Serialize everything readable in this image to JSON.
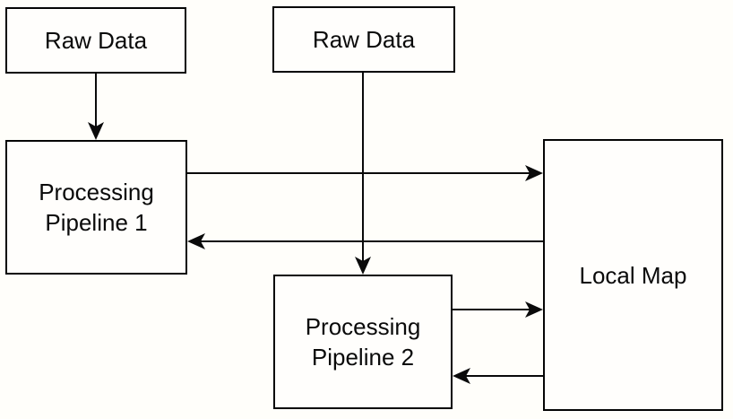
{
  "diagram": {
    "background_color": "#fffefa",
    "box_fill_color": "#fffefc",
    "box_border_color": "#050505",
    "line_color": "#0a0a0a",
    "text_color": "#0a0a0a",
    "nodes": {
      "raw_data_1": {
        "label": "Raw Data"
      },
      "raw_data_2": {
        "label": "Raw Data"
      },
      "pipeline_1": {
        "label": "Processing Pipeline 1"
      },
      "pipeline_2": {
        "label": "Processing Pipeline 2"
      },
      "local_map": {
        "label": "Local Map"
      }
    },
    "edges": [
      {
        "from": "raw_data_1",
        "to": "pipeline_1",
        "direction": "down"
      },
      {
        "from": "raw_data_2",
        "to": "pipeline_2",
        "direction": "down"
      },
      {
        "from": "pipeline_1",
        "to": "local_map",
        "direction": "right"
      },
      {
        "from": "local_map",
        "to": "pipeline_1",
        "direction": "left"
      },
      {
        "from": "pipeline_2",
        "to": "local_map",
        "direction": "right"
      },
      {
        "from": "local_map",
        "to": "pipeline_2",
        "direction": "left"
      }
    ]
  }
}
